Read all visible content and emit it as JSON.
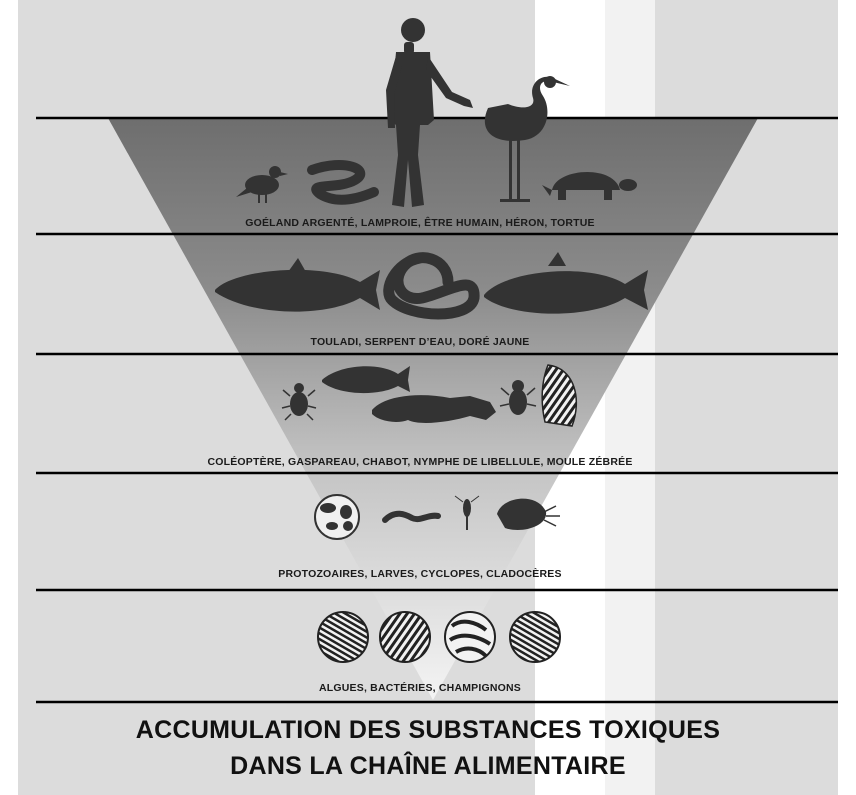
{
  "levels": [
    {
      "label": "GOÉLAND ARGENTÉ, LAMPROIE, ÊTRE HUMAIN, HÉRON, TORTUE"
    },
    {
      "label": "TOULADI, SERPENT D’EAU, DORÉ JAUNE"
    },
    {
      "label": "COLÉOPTÈRE, GASPAREAU, CHABOT, NYMPHE DE LIBELLULE, MOULE ZÉBRÉE"
    },
    {
      "label": "PROTOZOAIRES, LARVES, CYCLOPES, CLADOCÈRES"
    },
    {
      "label": "ALGUES, BACTÉRIES, CHAMPIGNONS"
    }
  ],
  "title": {
    "line1": "ACCUMULATION DES SUBSTANCES TOXIQUES",
    "line2": "DANS LA CHAÎNE ALIMENTAIRE"
  },
  "icons": [
    "gull-icon",
    "lamprey-icon",
    "human-icon",
    "heron-icon",
    "turtle-icon",
    "lake-trout-icon",
    "water-snake-icon",
    "walleye-icon",
    "beetle-icon",
    "alewife-icon",
    "sculpin-icon",
    "dragonfly-nymph-icon",
    "zebra-mussel-icon",
    "protozoa-icon",
    "larva-icon",
    "cyclops-icon",
    "cladocera-icon",
    "algae-icon",
    "bacteria-icon",
    "fungi-icon"
  ],
  "colors": {
    "triangle": "#7a7a7a",
    "silhouette": "#333333",
    "background": "#dcdcdc",
    "line": "#000000"
  }
}
